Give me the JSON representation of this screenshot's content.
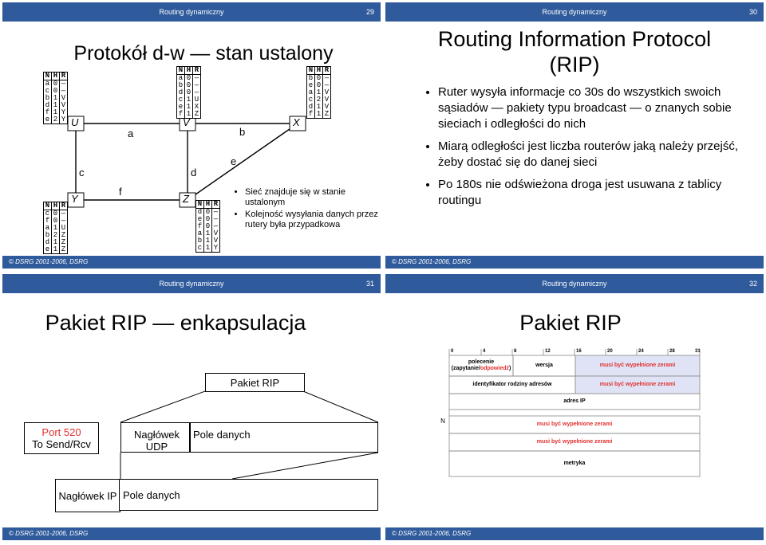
{
  "header_topic": "Routing dynamiczny",
  "footer": "© DSRG 2001-2006, DSRG",
  "slide29": {
    "number": "29",
    "title": "Protokół d-w — stan ustalony",
    "nodes": {
      "U": "U",
      "V": "V",
      "X": "X",
      "Y": "Y",
      "Z": "Z"
    },
    "edges": {
      "a": "a",
      "b": "b",
      "c": "c",
      "d": "d",
      "e": "e",
      "f": "f"
    },
    "table_header": [
      "N",
      "H",
      "R"
    ],
    "tables": {
      "U": [
        [
          "a",
          "0",
          "—"
        ],
        [
          "c",
          "0",
          "—"
        ],
        [
          "b",
          "1",
          "V"
        ],
        [
          "d",
          "1",
          "V"
        ],
        [
          "f",
          "1",
          "Y"
        ],
        [
          "e",
          "2",
          "Y"
        ]
      ],
      "V": [
        [
          "a",
          "0",
          "—"
        ],
        [
          "b",
          "0",
          "—"
        ],
        [
          "d",
          "0",
          "—"
        ],
        [
          "c",
          "1",
          "U"
        ],
        [
          "e",
          "1",
          "X"
        ],
        [
          "f",
          "1",
          "Z"
        ]
      ],
      "X": [
        [
          "b",
          "0",
          "—"
        ],
        [
          "e",
          "0",
          "—"
        ],
        [
          "a",
          "1",
          "V"
        ],
        [
          "c",
          "2",
          "V"
        ],
        [
          "d",
          "1",
          "V"
        ],
        [
          "f",
          "1",
          "Z"
        ]
      ],
      "Y": [
        [
          "c",
          "0",
          "—"
        ],
        [
          "f",
          "0",
          "—"
        ],
        [
          "a",
          "1",
          "U"
        ],
        [
          "b",
          "2",
          "Z"
        ],
        [
          "d",
          "1",
          "Z"
        ],
        [
          "e",
          "1",
          "Z"
        ]
      ],
      "Z": [
        [
          "d",
          "0",
          "—"
        ],
        [
          "e",
          "0",
          "—"
        ],
        [
          "f",
          "0",
          "—"
        ],
        [
          "a",
          "1",
          "V"
        ],
        [
          "b",
          "1",
          "V"
        ],
        [
          "c",
          "1",
          "Y"
        ]
      ]
    },
    "bullets": [
      "Sieć znajduje się w stanie ustalonym",
      "Kolejność wysyłania danych przez rutery była przypadkowa"
    ]
  },
  "slide30": {
    "number": "30",
    "title_line1": "Routing Information Protocol",
    "title_line2": "(RIP)",
    "bullets": [
      "Ruter wysyła informacje co 30s do wszystkich swoich sąsiadów — pakiety typu broadcast — o znanych sobie sieciach i odległości do nich",
      "Miarą odległości jest liczba routerów jaką należy przejść, żeby dostać się do danej sieci",
      "Po 180s nie odświeżona droga jest usuwana z tablicy routingu"
    ]
  },
  "slide31": {
    "number": "31",
    "title": "Pakiet RIP — enkapsulacja",
    "pakiet_rip": "Pakiet RIP",
    "port": "Port 520",
    "send_rcv": "To Send/Rcv",
    "udp_header": "Nagłówek UDP",
    "data_field_1": "Pole danych",
    "ip_header": "Nagłówek IP",
    "data_field_2": "Pole danych"
  },
  "slide32": {
    "number": "32",
    "title": "Pakiet RIP",
    "bit_labels": [
      "0",
      "4",
      "8",
      "12",
      "16",
      "20",
      "24",
      "28",
      "31"
    ],
    "polecenie": "polecenie",
    "zapytanie": "(zapytanie/",
    "odpowiedz": "odpowiedź",
    "close_paren": ")",
    "wersja": "wersja",
    "zero1": "musi być wypełnione zerami",
    "family": "identyfikator rodziny adresów",
    "zero2": "musi być wypełnione zerami",
    "ip": "adres IP",
    "n": "N",
    "zero3": "musi być wypełnione zerami",
    "zero4": "musi być wypełnione zerami",
    "metric": "metryka"
  }
}
